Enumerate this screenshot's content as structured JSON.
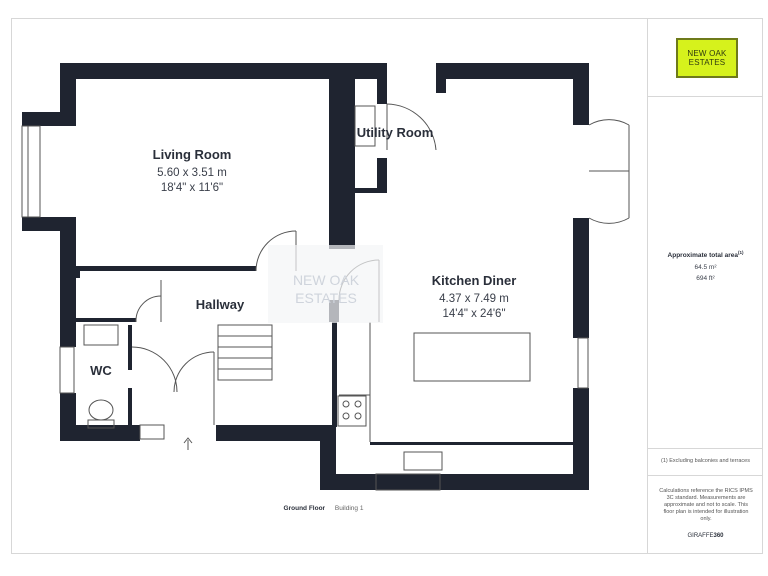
{
  "brand_logo": {
    "line1": "NEW OAK",
    "line2": "ESTATES"
  },
  "watermark": {
    "line1": "NEW OAK",
    "line2": "ESTATES"
  },
  "rooms": {
    "living_room": {
      "name": "Living Room",
      "metric": "5.60 x 3.51 m",
      "imperial": "18'4\" x 11'6\""
    },
    "utility_room": {
      "name": "Utility Room"
    },
    "kitchen_diner": {
      "name": "Kitchen Diner",
      "metric": "4.37 x 7.49 m",
      "imperial": "14'4\" x 24'6\""
    },
    "hallway": {
      "name": "Hallway"
    },
    "wc": {
      "name": "WC"
    }
  },
  "area": {
    "title": "Approximate total area",
    "title_sup": "(1)",
    "sqm": "64.5 m²",
    "sqft": "694 ft²"
  },
  "exclusion_note": "(1) Excluding balconies and terraces",
  "calculation_note": "Calculations reference the RICS IPMS 3C standard. Measurements are approximate and not to scale. This floor plan is intended for illustration only.",
  "provider": {
    "part1": "GIRAFFE",
    "part2": "360"
  },
  "footer": {
    "floor": "Ground Floor",
    "building": "Building 1"
  },
  "colors": {
    "wall": "#1f2430",
    "logo_bg": "#d6f21c",
    "border": "#d7d7d7"
  }
}
